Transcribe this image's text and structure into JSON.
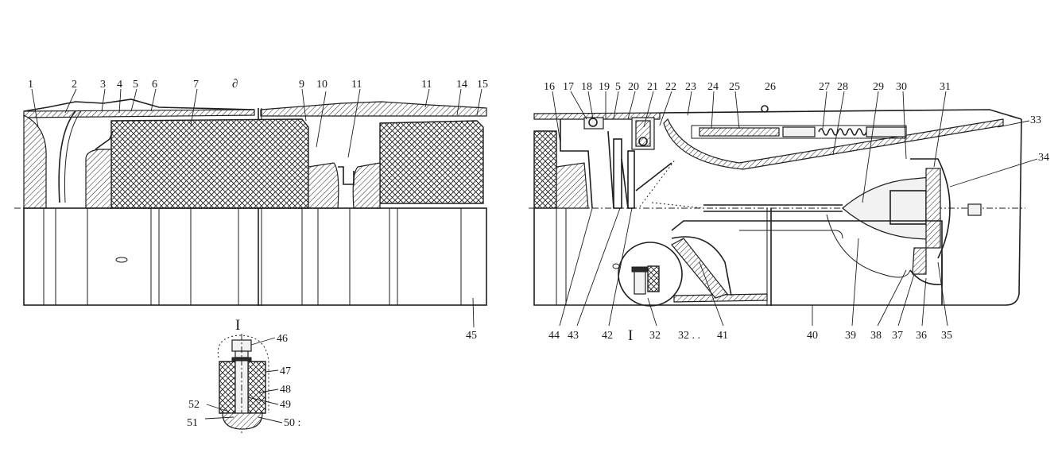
{
  "labels": {
    "l1": "1",
    "l2": "2",
    "l3": "3",
    "l4": "4",
    "l5": "5",
    "l6": "6",
    "l7": "7",
    "ld": "∂",
    "l9": "9",
    "l10": "10",
    "l11a": "11",
    "l11b": "11",
    "l14": "14",
    "l15": "15",
    "l16": "16",
    "l17": "17",
    "l18": "18",
    "l19": "19",
    "l5b": "5",
    "l20": "20",
    "l21": "21",
    "l22": "22",
    "l23": "23",
    "l24": "24",
    "l25": "25",
    "l26": "26",
    "l27": "27",
    "l28": "28",
    "l29": "29",
    "l30": "30",
    "l31": "31",
    "l33": "33",
    "l34": "34",
    "l44": "44",
    "l43": "43",
    "l42": "42",
    "lI1": "I",
    "l32a": "32",
    "l32b": "32 . .",
    "l41": "41",
    "l40": "40",
    "l39": "39",
    "l38": "38",
    "l37": "37",
    "l36": "36",
    "l35": "35",
    "l45": "45",
    "lI2": "I",
    "l46": "46",
    "l47": "47",
    "l48": "48",
    "l49": "49",
    "l50": "50 :",
    "l51": "51",
    "l52": "52"
  },
  "colors": {
    "ink": "#1e1e1e",
    "paper": "#ffffff"
  }
}
